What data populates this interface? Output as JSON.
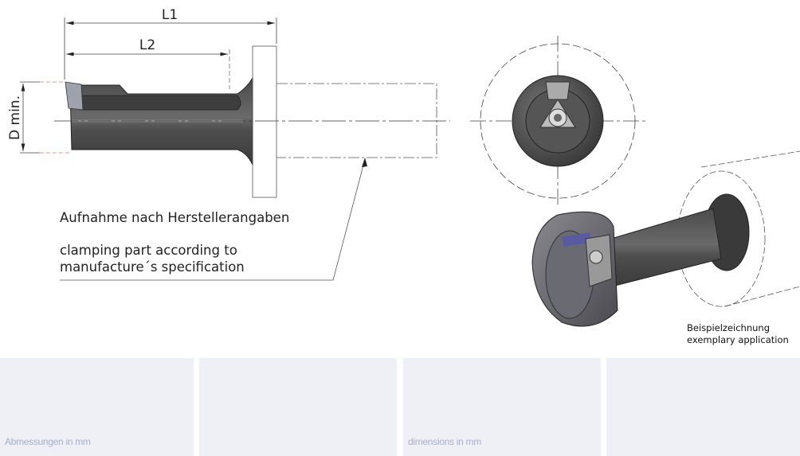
{
  "drawing": {
    "dimensions": {
      "l1": "L1",
      "l2": "L2",
      "d_min": "D min."
    },
    "note_de": "Aufnahme nach Herstellerangaben",
    "note_en_line1": "clamping part according to",
    "note_en_line2": "manufacture´s specification",
    "caption_de": "Beispielzeichnung",
    "caption_en": "exemplary application"
  },
  "panels": [
    {
      "label": "Abmessungen in mm"
    },
    {
      "label": ""
    },
    {
      "label": "dimensions in mm"
    },
    {
      "label": ""
    }
  ]
}
